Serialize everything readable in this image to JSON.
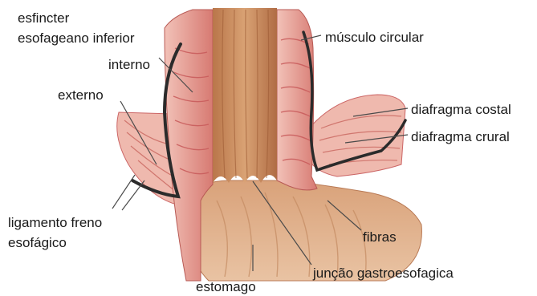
{
  "labels": {
    "esfincter_line1": "esfincter",
    "esfincter_line2": "esofageano inferior",
    "interno": "interno",
    "externo": "externo",
    "ligamento_line1": "ligamento freno",
    "ligamento_line2": "esofágico",
    "estomago": "estomago",
    "musculo_circular": "músculo circular",
    "diafragma_costal": "diafragma costal",
    "diafragma_crural": "diafragma crural",
    "fibras": "fibras",
    "juncao": "junção gastroesofagica"
  },
  "colors": {
    "esophagus_lumen": "#c98a55",
    "muscle_pink": "#e8a39a",
    "muscle_red": "#c85a5a",
    "stomach": "#dca57d",
    "ligament_dark": "#2b2b2b",
    "leader_line": "#4a4a4a"
  }
}
